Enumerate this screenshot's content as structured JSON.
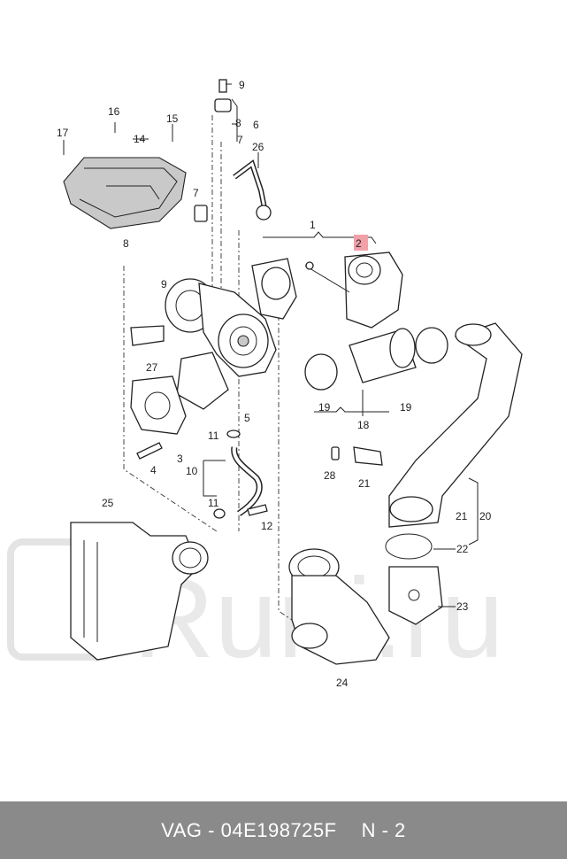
{
  "callouts": {
    "c1": "1",
    "c2": "2",
    "c3": "3",
    "c4": "4",
    "c5": "5",
    "c6": "6",
    "c7a": "7",
    "c7b": "7",
    "c8a": "8",
    "c8b": "8",
    "c9a": "9",
    "c9b": "9",
    "c10": "10",
    "c11a": "11",
    "c11b": "11",
    "c12": "12",
    "c14": "14",
    "c15": "15",
    "c16": "16",
    "c17": "17",
    "c18": "18",
    "c19a": "19",
    "c19b": "19",
    "c20": "20",
    "c21a": "21",
    "c21b": "21",
    "c22": "22",
    "c23": "23",
    "c24": "24",
    "c25": "25",
    "c26": "26",
    "c27": "27",
    "c28": "28"
  },
  "highlight": {
    "label": "2",
    "color": "#f2a0a8"
  },
  "watermark": {
    "text": "Rurti.ru"
  },
  "footer": {
    "brand_part": "VAG - 04E198725F",
    "page": "N - 2",
    "background": "#8a8a8a"
  }
}
